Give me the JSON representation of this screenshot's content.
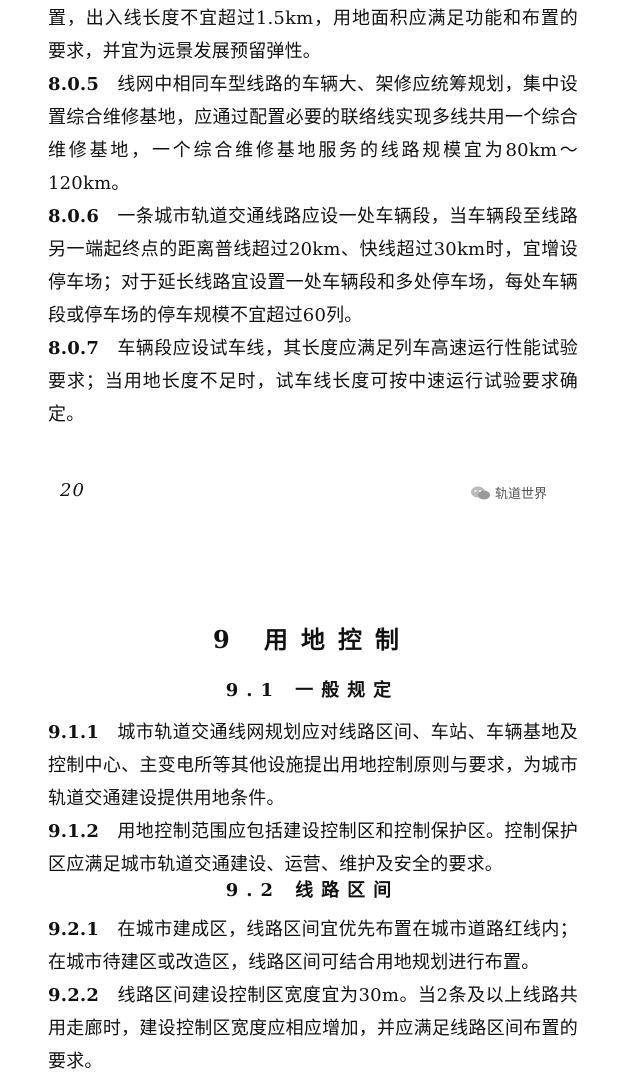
{
  "upper_text": {
    "intro": "置，出入线长度不宜超过1.5km，用地面积应满足功能和布置的要求，并宜为远景发展预留弹性。",
    "c805_no": "8.0.5",
    "c805_text": "线网中相同车型线路的车辆大、架修应统筹规划，集中设置综合维修基地，应通过配置必要的联络线实现多线共用一个综合维修基地，一个综合维修基地服务的线路规模宜为80km～120km。",
    "c806_no": "8.0.6",
    "c806_text": "一条城市轨道交通线路应设一处车辆段，当车辆段至线路另一端起终点的距离普线超过20km、快线超过30km时，宜增设停车场；对于延长线路宜设置一处车辆段和多处停车场，每处车辆段或停车场的停车规模不宜超过60列。",
    "c807_no": "8.0.7",
    "c807_text": "车辆段应设试车线，其长度应满足列车高速运行性能试验要求；当用地长度不足时，试车线长度可按中速运行试验要求确定。"
  },
  "footer": {
    "page_number": "20",
    "watermark": "轨道世界"
  },
  "chapter": {
    "title": "9 用地控制"
  },
  "section_1": {
    "title": "9.1 一般规定",
    "c911_no": "9.1.1",
    "c911_text": "城市轨道交通线网规划应对线路区间、车站、车辆基地及控制中心、主变电所等其他设施提出用地控制原则与要求，为城市轨道交通建设提供用地条件。",
    "c912_no": "9.1.2",
    "c912_text": "用地控制范围应包括建设控制区和控制保护区。控制保护区应满足城市轨道交通建设、运营、维护及安全的要求。"
  },
  "section_2": {
    "title": "9.2 线路区间",
    "c921_no": "9.2.1",
    "c921_text": "在城市建成区，线路区间宜优先布置在城市道路红线内；在城市待建区或改造区，线路区间可结合用地规划进行布置。",
    "c922_no": "9.2.2",
    "c922_text": "线路区间建设控制区宽度宜为30m。当2条及以上线路共用走廊时，建设控制区宽度应相应增加，并应满足线路区间布置的要求。"
  }
}
